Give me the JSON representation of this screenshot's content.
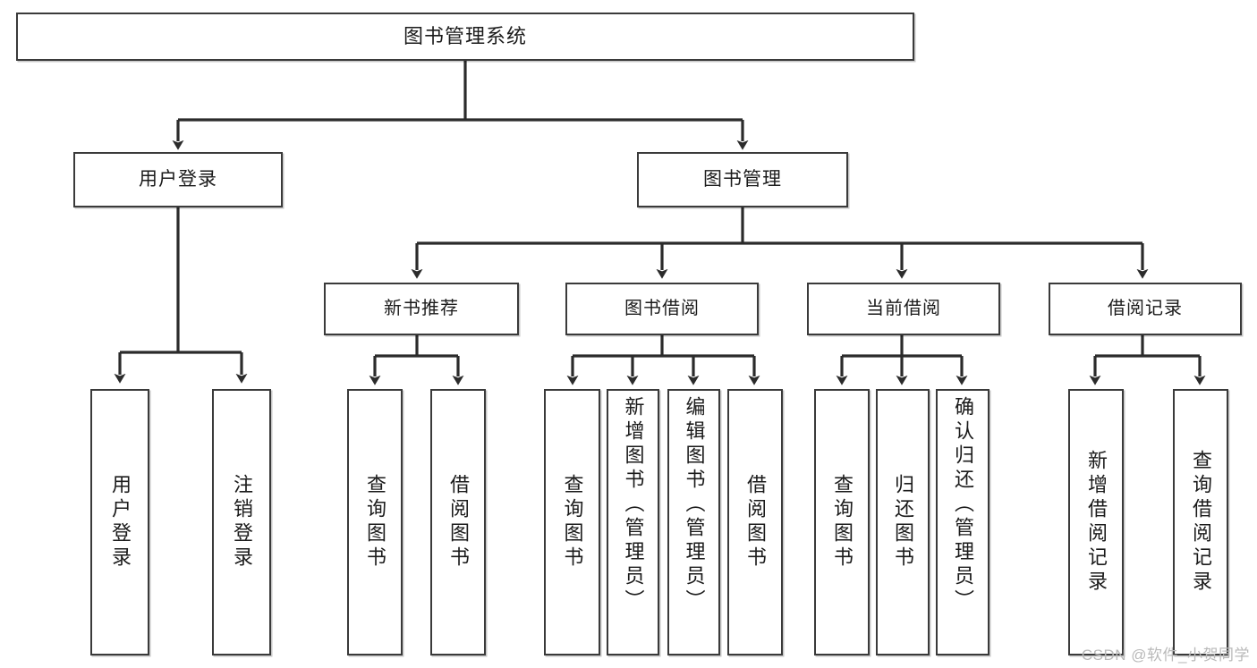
{
  "diagram": {
    "type": "tree",
    "title": "图书管理系统",
    "orientation": "top-down",
    "colors": {
      "box_border": "#3a3a3a",
      "box_fill": "#ffffff",
      "connector": "#2b2b2b",
      "text": "#1b1b1b",
      "watermark": "#b9b9b9"
    },
    "levels": 4
  },
  "root": {
    "label": "图书管理系统"
  },
  "level2": [
    {
      "id": "user-login",
      "label": "用户登录"
    },
    {
      "id": "book-manage",
      "label": "图书管理"
    }
  ],
  "level3": [
    {
      "id": "new-book-recommend",
      "label": "新书推荐",
      "parent": "book-manage"
    },
    {
      "id": "book-borrow",
      "label": "图书借阅",
      "parent": "book-manage"
    },
    {
      "id": "current-borrow",
      "label": "当前借阅",
      "parent": "book-manage"
    },
    {
      "id": "borrow-record",
      "label": "借阅记录",
      "parent": "book-manage"
    }
  ],
  "leaves": [
    {
      "id": "leaf-user-login",
      "label": "用户登录",
      "parent": "user-login"
    },
    {
      "id": "leaf-user-logout",
      "label": "注销登录",
      "parent": "user-login"
    },
    {
      "id": "leaf-query-book-rec",
      "label": "查询图书",
      "parent": "new-book-recommend"
    },
    {
      "id": "leaf-borrow-book-rec",
      "label": "借阅图书",
      "parent": "new-book-recommend"
    },
    {
      "id": "leaf-query-book-borrow",
      "label": "查询图书",
      "parent": "book-borrow"
    },
    {
      "id": "leaf-add-book",
      "label": "新增图书（管理员）",
      "parent": "book-borrow"
    },
    {
      "id": "leaf-edit-book",
      "label": "编辑图书（管理员）",
      "parent": "book-borrow"
    },
    {
      "id": "leaf-borrow-book",
      "label": "借阅图书",
      "parent": "book-borrow"
    },
    {
      "id": "leaf-query-book-current",
      "label": "查询图书",
      "parent": "current-borrow"
    },
    {
      "id": "leaf-return-book",
      "label": "归还图书",
      "parent": "current-borrow"
    },
    {
      "id": "leaf-confirm-return",
      "label": "确认归还（管理员）",
      "parent": "current-borrow"
    },
    {
      "id": "leaf-add-record",
      "label": "新增借阅记录",
      "parent": "borrow-record"
    },
    {
      "id": "leaf-query-record",
      "label": "查询借阅记录",
      "parent": "borrow-record"
    }
  ],
  "watermark": {
    "text": "CSDN @软件_小贺同学"
  }
}
